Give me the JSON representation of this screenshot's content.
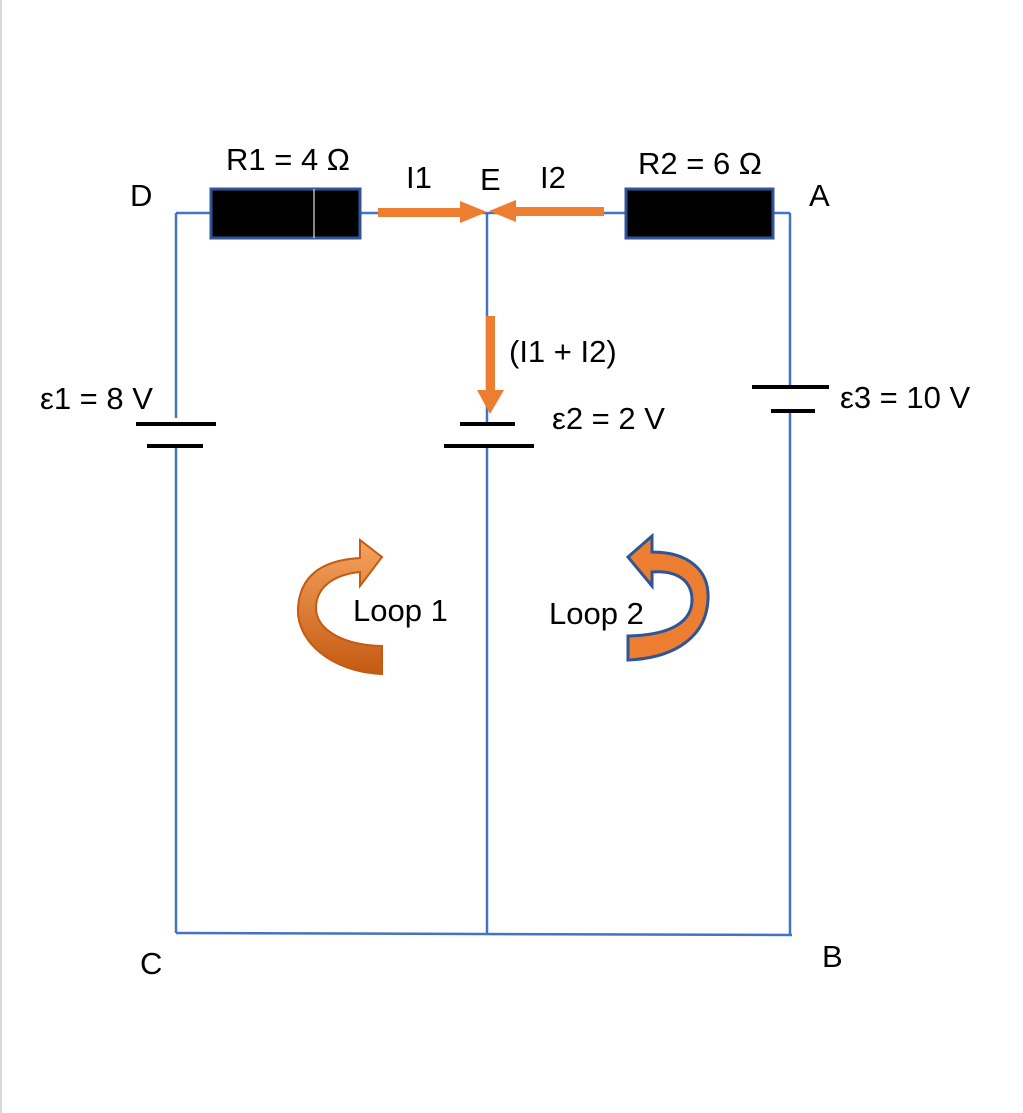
{
  "diagram": {
    "nodes": {
      "a": "A",
      "b": "B",
      "c": "C",
      "d": "D",
      "e": "E"
    },
    "resistors": {
      "r1": "R1 = 4 Ω",
      "r2": "R2 = 6 Ω"
    },
    "emfs": {
      "e1": "ε1 = 8 V",
      "e2": "ε2 = 2 V",
      "e3": "ε3 = 10 V"
    },
    "currents": {
      "i1": "I1",
      "i2": "I2",
      "sum": "(I1 + I2)"
    },
    "loops": {
      "loop1": "Loop 1",
      "loop2": "Loop 2"
    },
    "colors": {
      "wire": "#4472c4",
      "current_arrow": "#ed7d31",
      "loop1_arrow": "#c55a11",
      "loop2_border": "#2f5597",
      "resistor_fill": "#000000",
      "resistor_border": "#2f5597"
    }
  }
}
